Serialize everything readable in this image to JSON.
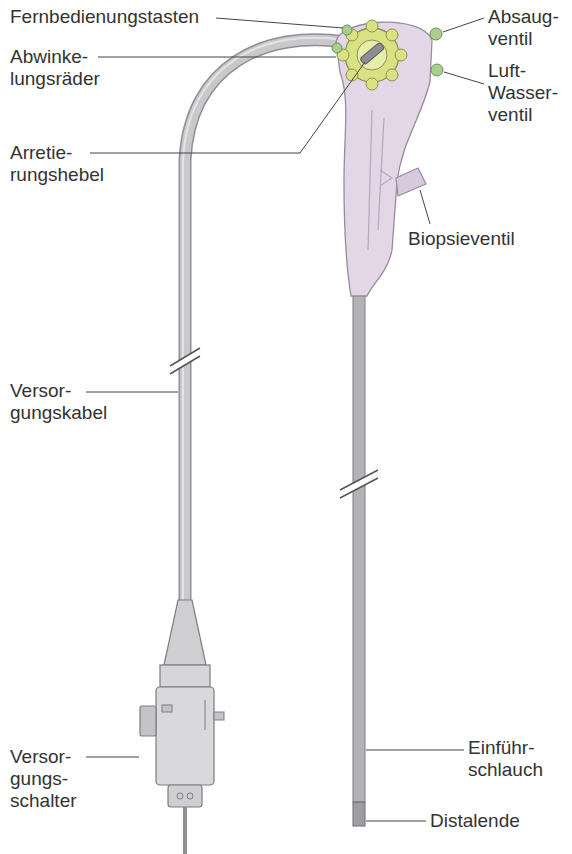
{
  "diagram": {
    "labels": [
      "Fernbedienungstasten",
      "Absaug- ventil",
      "Abwinke- lungsräder",
      "Luft- Wasser- ventil",
      "Arretie- rungshebel",
      "Biopsieventil",
      "Versor- gungskabel",
      "Einführ- schlauch",
      "Versor- gungs- schalter",
      "Distalende"
    ]
  }
}
